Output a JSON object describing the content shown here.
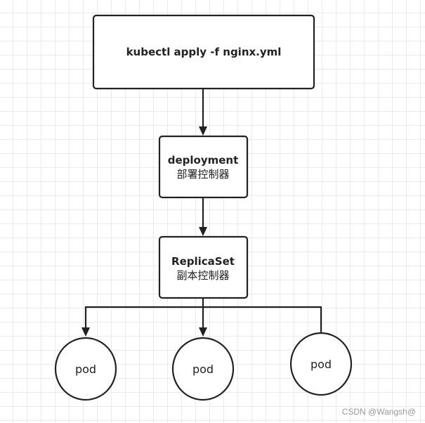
{
  "nodes": {
    "apply": {
      "label": "kubectl apply -f nginx.yml"
    },
    "deployment": {
      "title": "deployment",
      "subtitle": "部署控制器"
    },
    "replicaset": {
      "title": "ReplicaSet",
      "subtitle": "副本控制器"
    },
    "pods": [
      {
        "label": "pod"
      },
      {
        "label": "pod"
      },
      {
        "label": "pod"
      }
    ]
  },
  "watermark": "CSDN @Wangsh@"
}
